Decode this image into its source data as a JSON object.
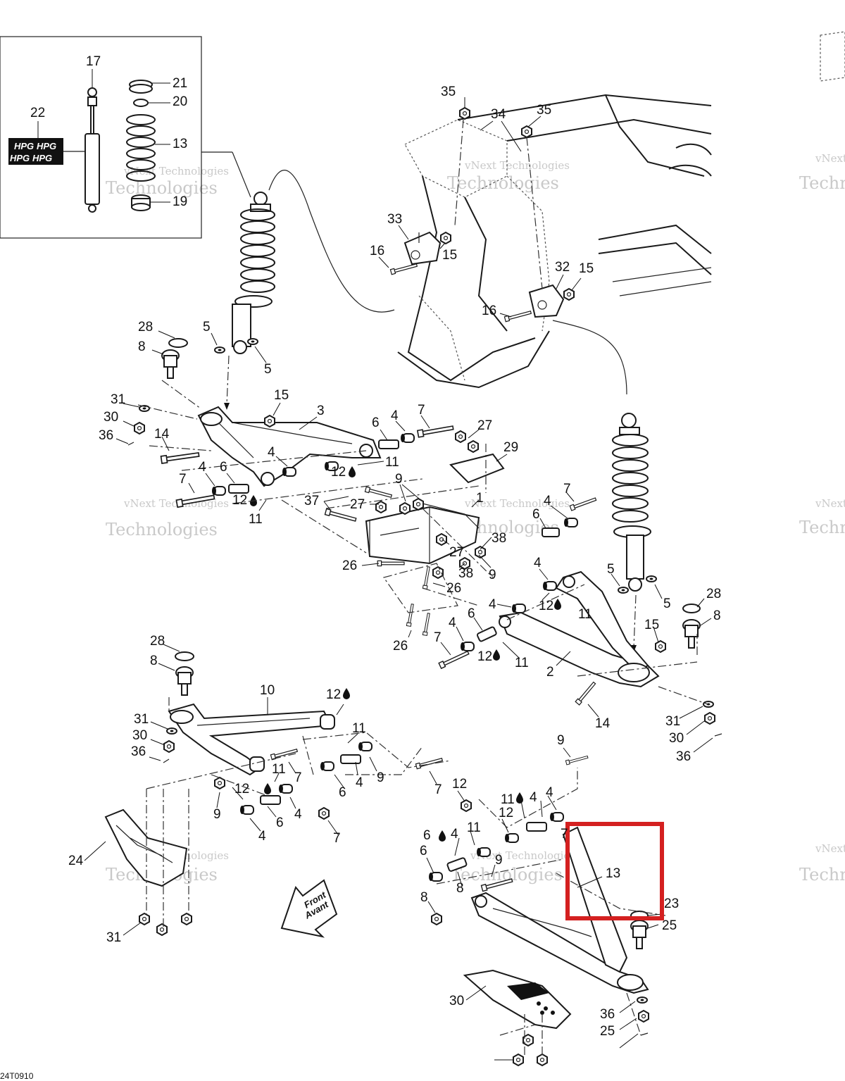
{
  "diagram": {
    "drawing_code": "24T0910",
    "watermark": {
      "line1": "vNext Technologies",
      "line2": "Technologies"
    },
    "front_sign": {
      "line1": "Front",
      "line2": "Avant"
    },
    "inset_text": "HPG",
    "highlight": {
      "color": "#d42020",
      "label": "13"
    },
    "labels": [
      {
        "id": "17",
        "text": "17"
      },
      {
        "id": "21",
        "text": "21"
      },
      {
        "id": "20",
        "text": "20"
      },
      {
        "id": "22",
        "text": "22"
      },
      {
        "id": "13a",
        "text": "13"
      },
      {
        "id": "19",
        "text": "19"
      },
      {
        "id": "35a",
        "text": "35"
      },
      {
        "id": "34",
        "text": "34"
      },
      {
        "id": "35b",
        "text": "35"
      },
      {
        "id": "33",
        "text": "33"
      },
      {
        "id": "16a",
        "text": "16"
      },
      {
        "id": "15a",
        "text": "15"
      },
      {
        "id": "32",
        "text": "32"
      },
      {
        "id": "15b",
        "text": "15"
      },
      {
        "id": "16b",
        "text": "16"
      },
      {
        "id": "28a",
        "text": "28"
      },
      {
        "id": "8a",
        "text": "8"
      },
      {
        "id": "5a",
        "text": "5"
      },
      {
        "id": "5b",
        "text": "5"
      },
      {
        "id": "31a",
        "text": "31"
      },
      {
        "id": "30a",
        "text": "30"
      },
      {
        "id": "36a",
        "text": "36"
      },
      {
        "id": "15c",
        "text": "15"
      },
      {
        "id": "3",
        "text": "3"
      },
      {
        "id": "14a",
        "text": "14"
      },
      {
        "id": "6a",
        "text": "6"
      },
      {
        "id": "4a",
        "text": "4"
      },
      {
        "id": "7a",
        "text": "7"
      },
      {
        "id": "27a",
        "text": "27"
      },
      {
        "id": "29",
        "text": "29"
      },
      {
        "id": "4b",
        "text": "4"
      },
      {
        "id": "12a",
        "text": "12"
      },
      {
        "id": "11a",
        "text": "11"
      },
      {
        "id": "7b",
        "text": "7"
      },
      {
        "id": "4c",
        "text": "4"
      },
      {
        "id": "6b",
        "text": "6"
      },
      {
        "id": "12b",
        "text": "12"
      },
      {
        "id": "11b",
        "text": "11"
      },
      {
        "id": "9a",
        "text": "9"
      },
      {
        "id": "1",
        "text": "1"
      },
      {
        "id": "37",
        "text": "37"
      },
      {
        "id": "27b",
        "text": "27"
      },
      {
        "id": "7c",
        "text": "7"
      },
      {
        "id": "4d",
        "text": "4"
      },
      {
        "id": "6c",
        "text": "6"
      },
      {
        "id": "38a",
        "text": "38"
      },
      {
        "id": "27c",
        "text": "27"
      },
      {
        "id": "26a",
        "text": "26"
      },
      {
        "id": "38b",
        "text": "38"
      },
      {
        "id": "9b",
        "text": "9"
      },
      {
        "id": "26b",
        "text": "26"
      },
      {
        "id": "4e",
        "text": "4"
      },
      {
        "id": "5c",
        "text": "5"
      },
      {
        "id": "12c",
        "text": "12"
      },
      {
        "id": "5d",
        "text": "5"
      },
      {
        "id": "28b",
        "text": "28"
      },
      {
        "id": "8b",
        "text": "8"
      },
      {
        "id": "4f",
        "text": "4"
      },
      {
        "id": "11c",
        "text": "11"
      },
      {
        "id": "6d",
        "text": "6"
      },
      {
        "id": "4g",
        "text": "4"
      },
      {
        "id": "26c",
        "text": "26"
      },
      {
        "id": "7d",
        "text": "7"
      },
      {
        "id": "12d",
        "text": "12"
      },
      {
        "id": "11d",
        "text": "11"
      },
      {
        "id": "15d",
        "text": "15"
      },
      {
        "id": "2",
        "text": "2"
      },
      {
        "id": "14b",
        "text": "14"
      },
      {
        "id": "28c",
        "text": "28"
      },
      {
        "id": "8c",
        "text": "8"
      },
      {
        "id": "10",
        "text": "10"
      },
      {
        "id": "12e",
        "text": "12"
      },
      {
        "id": "11e",
        "text": "11"
      },
      {
        "id": "31b",
        "text": "31"
      },
      {
        "id": "30b",
        "text": "30"
      },
      {
        "id": "36b",
        "text": "36"
      },
      {
        "id": "31c",
        "text": "31"
      },
      {
        "id": "30c",
        "text": "30"
      },
      {
        "id": "36c",
        "text": "36"
      },
      {
        "id": "11f",
        "text": "11"
      },
      {
        "id": "7e",
        "text": "7"
      },
      {
        "id": "12f",
        "text": "12"
      },
      {
        "id": "9c",
        "text": "9"
      },
      {
        "id": "6e",
        "text": "6"
      },
      {
        "id": "4h",
        "text": "4"
      },
      {
        "id": "4i",
        "text": "4"
      },
      {
        "id": "6f",
        "text": "6"
      },
      {
        "id": "4j",
        "text": "4"
      },
      {
        "id": "9d",
        "text": "9"
      },
      {
        "id": "7f",
        "text": "7"
      },
      {
        "id": "7g",
        "text": "7"
      },
      {
        "id": "9e",
        "text": "9"
      },
      {
        "id": "12g",
        "text": "12"
      },
      {
        "id": "11g",
        "text": "11"
      },
      {
        "id": "4k",
        "text": "4"
      },
      {
        "id": "4l",
        "text": "4"
      },
      {
        "id": "12h",
        "text": "12"
      },
      {
        "id": "11h",
        "text": "11"
      },
      {
        "id": "6g",
        "text": "6"
      },
      {
        "id": "4m",
        "text": "4"
      },
      {
        "id": "7h",
        "text": "7"
      },
      {
        "id": "6h",
        "text": "6"
      },
      {
        "id": "9f",
        "text": "9"
      },
      {
        "id": "8d",
        "text": "8"
      },
      {
        "id": "8e",
        "text": "8"
      },
      {
        "id": "23",
        "text": "23"
      },
      {
        "id": "25a",
        "text": "25"
      },
      {
        "id": "24",
        "text": "24"
      },
      {
        "id": "31d",
        "text": "31"
      },
      {
        "id": "30d",
        "text": "30"
      },
      {
        "id": "36d",
        "text": "36"
      },
      {
        "id": "25b",
        "text": "25"
      }
    ]
  }
}
